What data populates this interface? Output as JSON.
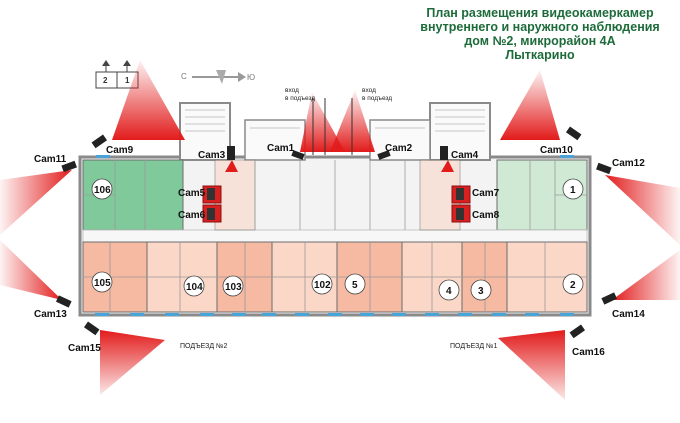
{
  "title": {
    "line1": "План размещения видеокамеркамер",
    "line2": "внутреннего и наружного наблюдения",
    "line3": "дом №2, микрорайон 4А",
    "line4": "Лыткарино"
  },
  "compass": {
    "west": "С",
    "east": "Ю"
  },
  "legend_boxes": [
    "2",
    "1"
  ],
  "entrances": {
    "podezd2": "ПОДЪЕЗД №2",
    "podezd1": "ПОДЪЕЗД №1",
    "vhod_left": "вход\nв подъезд",
    "vhod_right": "вход\nв подъезд"
  },
  "cameras": [
    "Cam1",
    "Cam2",
    "Cam3",
    "Cam4",
    "Cam5",
    "Cam6",
    "Cam7",
    "Cam8",
    "Cam9",
    "Cam10",
    "Cam11",
    "Cam12",
    "Cam13",
    "Cam14",
    "Cam15",
    "Cam16"
  ],
  "apartments": [
    "106",
    "105",
    "104",
    "103",
    "102",
    "5",
    "4",
    "3",
    "2",
    "1"
  ],
  "colors": {
    "title": "#1d6b3a",
    "cone": "#e21b1b",
    "apt_green": "#7fc99a",
    "apt_light_green": "#cfe9d4",
    "apt_salmon": "#f6b9a2",
    "apt_light_salmon": "#fbd7c8",
    "wall": "#8a8a8a"
  }
}
